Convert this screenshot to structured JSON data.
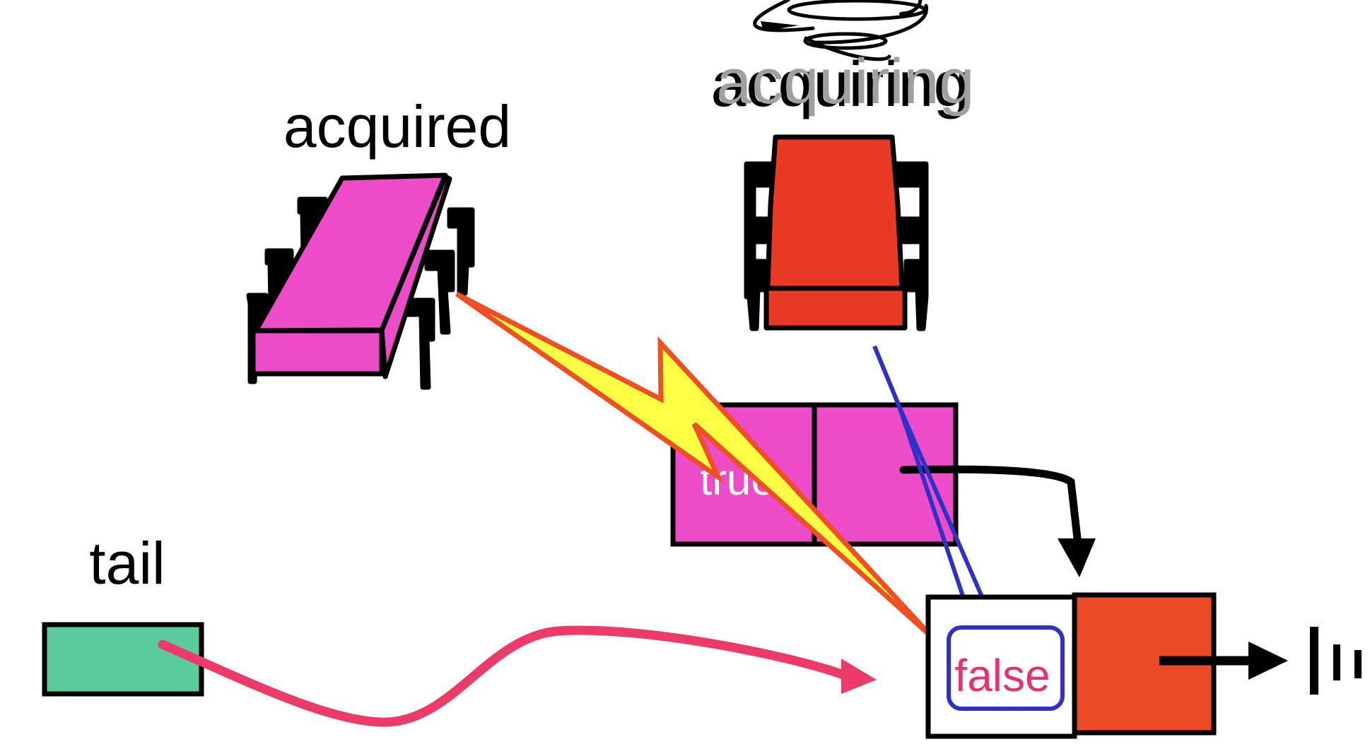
{
  "labels": {
    "acquired": "acquired",
    "acquiring": "acquiring",
    "tail": "tail",
    "true_text": "true",
    "false_text": "false"
  },
  "colors": {
    "magenta": "#EC4CC7",
    "red_orange": "#EA3A25",
    "node_red": "#EA4A25",
    "teal": "#5CCB9B",
    "yellow": "#FFFF44",
    "bolt_outline": "#F04E23",
    "blue": "#3030C8",
    "pink_arrow": "#EC3A6B",
    "gray_text": "#A0A0A0",
    "false_text": "#E8316D"
  },
  "icons": {
    "acquired_thread": "bug-icon",
    "acquiring_thread": "bug-icon",
    "spin": "spin-swirl-icon",
    "collision": "lightning-bolt-icon",
    "list_end": "ground-terminator-icon"
  }
}
